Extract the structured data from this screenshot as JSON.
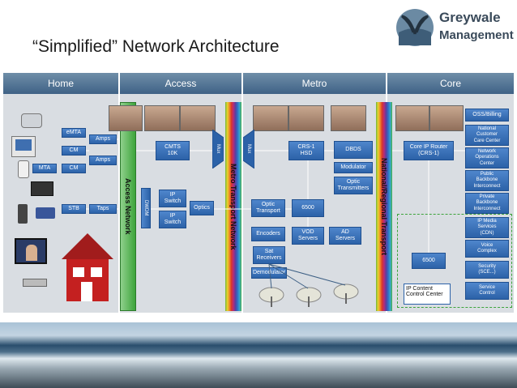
{
  "title": "“Simplified” Network Architecture",
  "logo": {
    "line1": "Greywale",
    "line2": "Management"
  },
  "bands": {
    "home": "Home",
    "access": "Access",
    "metro": "Metro",
    "core": "Core"
  },
  "home": {
    "emta": "eMTA",
    "cm1": "CM",
    "cm2": "CM",
    "mta": "MTA",
    "stb": "STB",
    "amps1": "Amps",
    "amps2": "Amps",
    "taps": "Taps"
  },
  "access": {
    "network": "Access Network",
    "cmts": "CMTS\n10K",
    "dwdm": "DWDM",
    "ip1": "IP\nSwitch",
    "ip2": "IP\nSwitch",
    "optics": "Optics",
    "mux": "Mux"
  },
  "metro": {
    "transport": "Metro Transport Network",
    "mux": "Mux",
    "crs": "CRS-1\nHSD",
    "dbds": "DBDS",
    "modulator": "Modulator",
    "optic_tx": "Optic\nTransmitters",
    "optic_transport": "Optic\nTransport",
    "box6500": "6500",
    "encoders": "Encoders",
    "vod": "VOD\nServers",
    "ad": "AD\nServers",
    "sat": "Sat\nReceivers",
    "demod": "Demodulator"
  },
  "core": {
    "national": "National/Regional Transport",
    "crs_router": "Core IP Router\n(CRS-1)",
    "box6500": "6500",
    "ip_content": "IP Content\nControl Center",
    "oss": "OSS/Billing",
    "ncc": "National\nCustomer\nCare Center",
    "noc": "Network\nOperations\nCenter",
    "public": "Public\nBackbone\nInterconnect",
    "private": "Private\nBackbone\nInterconnect",
    "media": "IP Media\nServices\n(CDN)",
    "voice": "Voice\nComplex",
    "security": "Security\n(SCE...)",
    "service": "Service\nControl"
  },
  "colors": {
    "band": "#3f6286",
    "box": "#2c62a8",
    "green": "#3da43b"
  }
}
